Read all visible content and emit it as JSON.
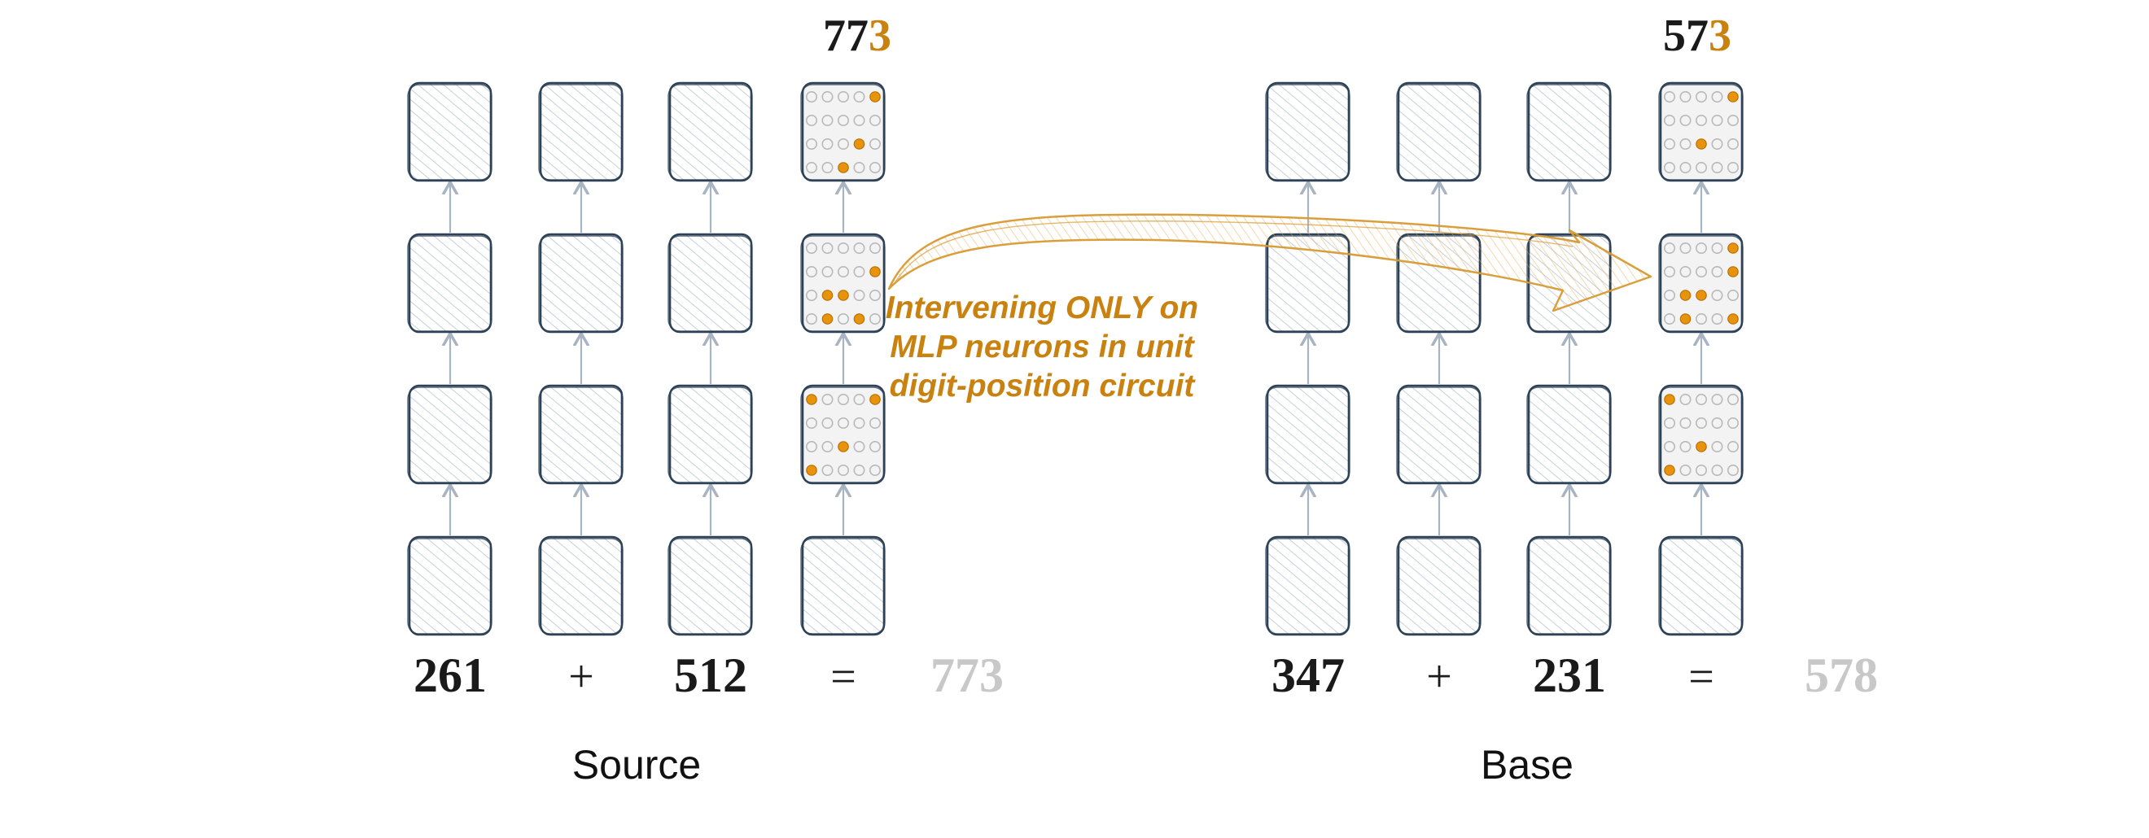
{
  "colors": {
    "box_stroke": "#2e4257",
    "box_hatch": "#9fb0c3",
    "arrow": "#a8b4c2",
    "accent": "#c9820f",
    "dot_on": "#e8930c",
    "dot_off": "#b9b9b9",
    "faded_result": "#c8c8c8"
  },
  "source": {
    "label": "Source",
    "tokens": [
      "261",
      "+",
      "512",
      "="
    ],
    "result": "773",
    "output": {
      "prefix": "77",
      "highlight": "3"
    }
  },
  "base": {
    "label": "Base",
    "tokens": [
      "347",
      "+",
      "231",
      "="
    ],
    "result": "578",
    "output": {
      "prefix": "57",
      "highlight": "3"
    }
  },
  "intervention": {
    "lines": [
      "Intervening ONLY on",
      "MLP neurons in unit",
      "digit-position circuit"
    ]
  },
  "neuron_grids": {
    "source": [
      [
        [
          0,
          4
        ],
        [
          2,
          3
        ],
        [
          3,
          2
        ]
      ],
      [
        [
          2,
          1
        ],
        [
          2,
          2
        ],
        [
          1,
          4
        ],
        [
          3,
          1
        ],
        [
          3,
          3
        ]
      ],
      [
        [
          0,
          0
        ],
        [
          2,
          2
        ],
        [
          3,
          0
        ],
        [
          0,
          4
        ]
      ]
    ],
    "base": [
      [
        [
          0,
          4
        ],
        [
          2,
          2
        ]
      ],
      [
        [
          0,
          4
        ],
        [
          2,
          1
        ],
        [
          2,
          2
        ],
        [
          1,
          4
        ],
        [
          3,
          1
        ],
        [
          3,
          4
        ]
      ],
      [
        [
          0,
          0
        ],
        [
          2,
          2
        ],
        [
          3,
          0
        ]
      ]
    ]
  }
}
